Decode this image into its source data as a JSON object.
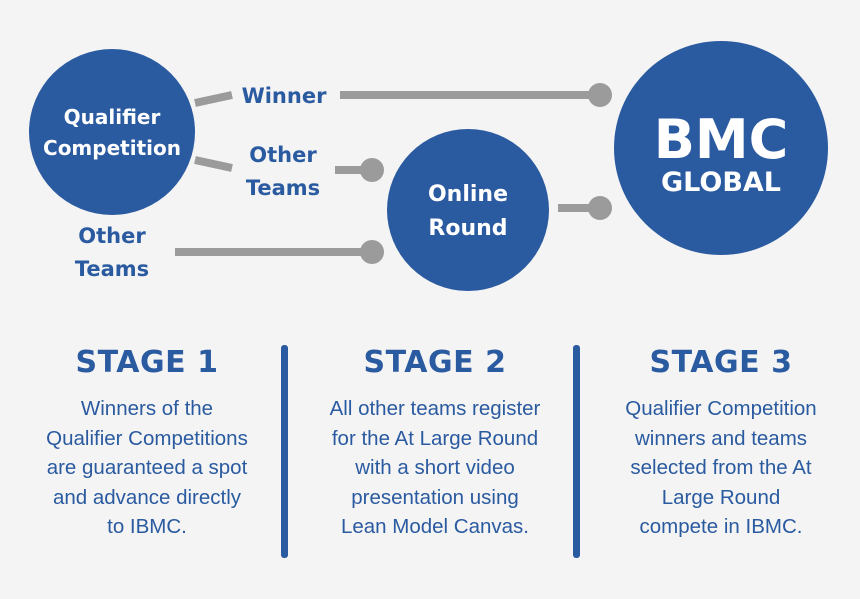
{
  "colors": {
    "primary": "#2a5aa0",
    "connector": "#9b9b9b",
    "background": "#f4f4f4"
  },
  "nodes": {
    "qualifier": {
      "line1": "Qualifier",
      "line2": "Competition"
    },
    "online": {
      "line1": "Online",
      "line2": "Round"
    },
    "bmc": {
      "line1": "BMC",
      "line2": "GLOBAL"
    }
  },
  "labels": {
    "winner": "Winner",
    "other_teams_mid": {
      "line1": "Other",
      "line2": "Teams"
    },
    "other_teams_left": {
      "line1": "Other",
      "line2": "Teams"
    }
  },
  "stages": [
    {
      "title": "STAGE 1",
      "lines": [
        "Winners of the",
        "Qualifier Competitions",
        "are guaranteed a spot",
        "and advance directly",
        "to IBMC."
      ]
    },
    {
      "title": "STAGE 2",
      "lines": [
        "All other teams register",
        "for the At Large Round",
        "with a short video",
        "presentation using",
        "Lean Model Canvas."
      ]
    },
    {
      "title": "STAGE 3",
      "lines": [
        "Qualifier Competition",
        "winners and teams",
        "selected from the At",
        "Large Round",
        "compete in IBMC."
      ]
    }
  ]
}
